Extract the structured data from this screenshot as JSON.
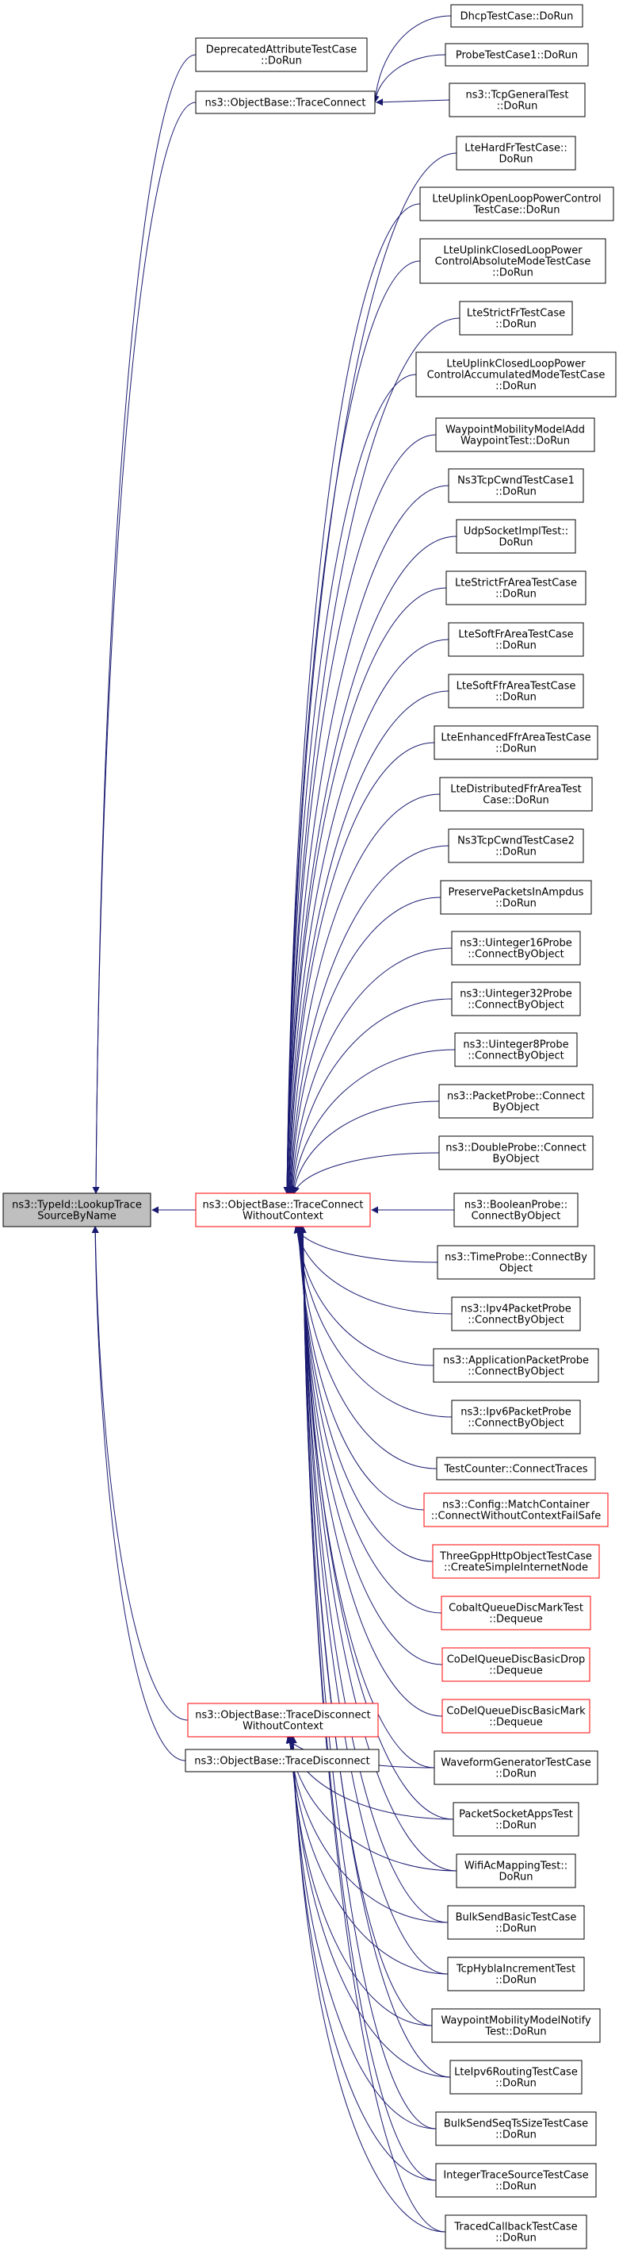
{
  "colors": {
    "edge": "#191970",
    "node_border_black": "#000000",
    "node_border_red": "#ff0000",
    "focus_fill": "#bfbfbf",
    "node_fill": "#ffffff"
  },
  "nodes": {
    "root": {
      "lines": [
        "ns3::TypeId::LookupTrace",
        "SourceByName"
      ],
      "style": "focus"
    },
    "deprecated": {
      "lines": [
        "DeprecatedAttributeTestCase",
        "::DoRun"
      ],
      "style": "black"
    },
    "traceconnect": {
      "lines": [
        "ns3::ObjectBase::TraceConnect"
      ],
      "style": "black"
    },
    "tcwc": {
      "lines": [
        "ns3::ObjectBase::TraceConnect",
        "WithoutContext"
      ],
      "style": "red"
    },
    "tdwc": {
      "lines": [
        "ns3::ObjectBase::TraceDisconnect",
        "WithoutContext"
      ],
      "style": "red"
    },
    "tdisc": {
      "lines": [
        "ns3::ObjectBase::TraceDisconnect"
      ],
      "style": "black"
    },
    "dhcp": {
      "lines": [
        "DhcpTestCase::DoRun"
      ],
      "style": "black"
    },
    "probe1": {
      "lines": [
        "ProbeTestCase1::DoRun"
      ],
      "style": "black"
    },
    "tcpgen": {
      "lines": [
        "ns3::TcpGeneralTest",
        "::DoRun"
      ],
      "style": "black"
    },
    "ltehard": {
      "lines": [
        "LteHardFrTestCase::",
        "DoRun"
      ],
      "style": "black"
    },
    "lteuplinkopen": {
      "lines": [
        "LteUplinkOpenLoopPowerControl",
        "TestCase::DoRun"
      ],
      "style": "black"
    },
    "lteuplinkclosedabs": {
      "lines": [
        "LteUplinkClosedLoopPower",
        "ControlAbsoluteModeTestCase",
        "::DoRun"
      ],
      "style": "black"
    },
    "ltestrict": {
      "lines": [
        "LteStrictFrTestCase",
        "::DoRun"
      ],
      "style": "black"
    },
    "lteuplinkclosedacc": {
      "lines": [
        "LteUplinkClosedLoopPower",
        "ControlAccumulatedModeTestCase",
        "::DoRun"
      ],
      "style": "black"
    },
    "waypointadd": {
      "lines": [
        "WaypointMobilityModelAdd",
        "WaypointTest::DoRun"
      ],
      "style": "black"
    },
    "ns3cwnd1": {
      "lines": [
        "Ns3TcpCwndTestCase1",
        "::DoRun"
      ],
      "style": "black"
    },
    "udpsocket": {
      "lines": [
        "UdpSocketImplTest::",
        "DoRun"
      ],
      "style": "black"
    },
    "ltestrictarea": {
      "lines": [
        "LteStrictFrAreaTestCase",
        "::DoRun"
      ],
      "style": "black"
    },
    "ltesoftarea": {
      "lines": [
        "LteSoftFrAreaTestCase",
        "::DoRun"
      ],
      "style": "black"
    },
    "ltesoftffr": {
      "lines": [
        "LteSoftFfrAreaTestCase",
        "::DoRun"
      ],
      "style": "black"
    },
    "lteenhanced": {
      "lines": [
        "LteEnhancedFfrAreaTestCase",
        "::DoRun"
      ],
      "style": "black"
    },
    "ltedistributed": {
      "lines": [
        "LteDistributedFfrAreaTest",
        "Case::DoRun"
      ],
      "style": "black"
    },
    "ns3cwnd2": {
      "lines": [
        "Ns3TcpCwndTestCase2",
        "::DoRun"
      ],
      "style": "black"
    },
    "preserve": {
      "lines": [
        "PreservePacketsInAmpdus",
        "::DoRun"
      ],
      "style": "black"
    },
    "uint16": {
      "lines": [
        "ns3::Uinteger16Probe",
        "::ConnectByObject"
      ],
      "style": "black"
    },
    "uint32": {
      "lines": [
        "ns3::Uinteger32Probe",
        "::ConnectByObject"
      ],
      "style": "black"
    },
    "uint8": {
      "lines": [
        "ns3::Uinteger8Probe",
        "::ConnectByObject"
      ],
      "style": "black"
    },
    "packetprobe": {
      "lines": [
        "ns3::PacketProbe::Connect",
        "ByObject"
      ],
      "style": "black"
    },
    "doubleprobe": {
      "lines": [
        "ns3::DoubleProbe::Connect",
        "ByObject"
      ],
      "style": "black"
    },
    "boolprobe": {
      "lines": [
        "ns3::BooleanProbe::",
        "ConnectByObject"
      ],
      "style": "black"
    },
    "timeprobe": {
      "lines": [
        "ns3::TimeProbe::ConnectBy",
        "Object"
      ],
      "style": "black"
    },
    "ipv4probe": {
      "lines": [
        "ns3::Ipv4PacketProbe",
        "::ConnectByObject"
      ],
      "style": "black"
    },
    "appprobe": {
      "lines": [
        "ns3::ApplicationPacketProbe",
        "::ConnectByObject"
      ],
      "style": "black"
    },
    "ipv6probe": {
      "lines": [
        "ns3::Ipv6PacketProbe",
        "::ConnectByObject"
      ],
      "style": "black"
    },
    "testcounter": {
      "lines": [
        "TestCounter::ConnectTraces"
      ],
      "style": "black"
    },
    "matchcontainer": {
      "lines": [
        "ns3::Config::MatchContainer",
        "::ConnectWithoutContextFailSafe"
      ],
      "style": "red"
    },
    "threegpp": {
      "lines": [
        "ThreeGppHttpObjectTestCase",
        "::CreateSimpleInternetNode"
      ],
      "style": "red"
    },
    "cobalt": {
      "lines": [
        "CobaltQueueDiscMarkTest",
        "::Dequeue"
      ],
      "style": "red"
    },
    "codeldrop": {
      "lines": [
        "CoDelQueueDiscBasicDrop",
        "::Dequeue"
      ],
      "style": "red"
    },
    "codelmark": {
      "lines": [
        "CoDelQueueDiscBasicMark",
        "::Dequeue"
      ],
      "style": "red"
    },
    "waveform": {
      "lines": [
        "WaveformGeneratorTestCase",
        "::DoRun"
      ],
      "style": "black"
    },
    "packetsocket": {
      "lines": [
        "PacketSocketAppsTest",
        "::DoRun"
      ],
      "style": "black"
    },
    "wifiac": {
      "lines": [
        "WifiAcMappingTest::",
        "DoRun"
      ],
      "style": "black"
    },
    "bulksend": {
      "lines": [
        "BulkSendBasicTestCase",
        "::DoRun"
      ],
      "style": "black"
    },
    "tcphybla": {
      "lines": [
        "TcpHyblaIncrementTest",
        "::DoRun"
      ],
      "style": "black"
    },
    "waypointnotify": {
      "lines": [
        "WaypointMobilityModelNotify",
        "Test::DoRun"
      ],
      "style": "black"
    },
    "lteipv6": {
      "lines": [
        "LteIpv6RoutingTestCase",
        "::DoRun"
      ],
      "style": "black"
    },
    "bulksendseq": {
      "lines": [
        "BulkSendSeqTsSizeTestCase",
        "::DoRun"
      ],
      "style": "black"
    },
    "integertrace": {
      "lines": [
        "IntegerTraceSourceTestCase",
        "::DoRun"
      ],
      "style": "black"
    },
    "tracedcallback": {
      "lines": [
        "TracedCallbackTestCase",
        "::DoRun"
      ],
      "style": "black"
    }
  },
  "edges": [
    [
      "deprecated",
      "root"
    ],
    [
      "traceconnect",
      "root"
    ],
    [
      "tcwc",
      "root"
    ],
    [
      "tdwc",
      "root"
    ],
    [
      "tdisc",
      "root"
    ],
    [
      "dhcp",
      "traceconnect"
    ],
    [
      "probe1",
      "traceconnect"
    ],
    [
      "tcpgen",
      "traceconnect"
    ],
    [
      "ltehard",
      "tcwc"
    ],
    [
      "lteuplinkopen",
      "tcwc"
    ],
    [
      "lteuplinkclosedabs",
      "tcwc"
    ],
    [
      "ltestrict",
      "tcwc"
    ],
    [
      "lteuplinkclosedacc",
      "tcwc"
    ],
    [
      "waypointadd",
      "tcwc"
    ],
    [
      "ns3cwnd1",
      "tcwc"
    ],
    [
      "udpsocket",
      "tcwc"
    ],
    [
      "ltestrictarea",
      "tcwc"
    ],
    [
      "ltesoftarea",
      "tcwc"
    ],
    [
      "ltesoftffr",
      "tcwc"
    ],
    [
      "lteenhanced",
      "tcwc"
    ],
    [
      "ltedistributed",
      "tcwc"
    ],
    [
      "ns3cwnd2",
      "tcwc"
    ],
    [
      "preserve",
      "tcwc"
    ],
    [
      "uint16",
      "tcwc"
    ],
    [
      "uint32",
      "tcwc"
    ],
    [
      "uint8",
      "tcwc"
    ],
    [
      "packetprobe",
      "tcwc"
    ],
    [
      "doubleprobe",
      "tcwc"
    ],
    [
      "boolprobe",
      "tcwc"
    ],
    [
      "timeprobe",
      "tcwc"
    ],
    [
      "ipv4probe",
      "tcwc"
    ],
    [
      "appprobe",
      "tcwc"
    ],
    [
      "ipv6probe",
      "tcwc"
    ],
    [
      "testcounter",
      "tcwc"
    ],
    [
      "matchcontainer",
      "tcwc"
    ],
    [
      "threegpp",
      "tcwc"
    ],
    [
      "cobalt",
      "tcwc"
    ],
    [
      "codeldrop",
      "tcwc"
    ],
    [
      "codelmark",
      "tcwc"
    ],
    [
      "waveform",
      "tcwc"
    ],
    [
      "packetsocket",
      "tcwc"
    ],
    [
      "wifiac",
      "tcwc"
    ],
    [
      "bulksend",
      "tcwc"
    ],
    [
      "tcphybla",
      "tcwc"
    ],
    [
      "waypointnotify",
      "tcwc"
    ],
    [
      "lteipv6",
      "tcwc"
    ],
    [
      "bulksendseq",
      "tcwc"
    ],
    [
      "integertrace",
      "tcwc"
    ],
    [
      "tracedcallback",
      "tcwc"
    ],
    [
      "waveform",
      "tdwc"
    ],
    [
      "packetsocket",
      "tdwc"
    ],
    [
      "wifiac",
      "tdwc"
    ],
    [
      "bulksend",
      "tdwc"
    ],
    [
      "tcphybla",
      "tdwc"
    ],
    [
      "waypointnotify",
      "tdwc"
    ],
    [
      "lteipv6",
      "tdwc"
    ],
    [
      "bulksendseq",
      "tdwc"
    ],
    [
      "integertrace",
      "tdwc"
    ],
    [
      "tracedcallback",
      "tdwc"
    ]
  ]
}
